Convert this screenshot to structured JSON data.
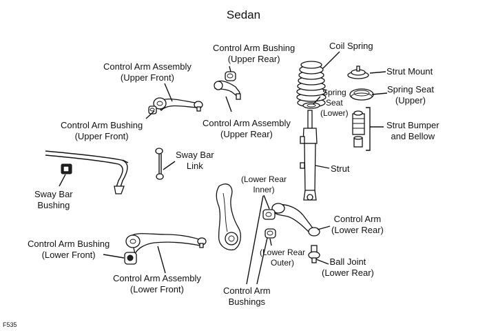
{
  "title": "Sedan",
  "figure_code": "F535",
  "labels": {
    "coil_spring": "Coil Spring",
    "strut_mount": "Strut Mount",
    "spring_seat_upper": "Spring Seat\n(Upper)",
    "spring_seat_lower": "Spring\nSeat\n(Lower)",
    "strut_bumper": "Strut Bumper\nand Bellow",
    "strut": "Strut",
    "ca_bushing_upper_rear": "Control Arm Bushing\n(Upper Rear)",
    "ca_assembly_upper_front": "Control Arm Assembly\n(Upper Front)",
    "ca_bushing_upper_front": "Control Arm Bushing\n(Upper Front)",
    "ca_assembly_upper_rear": "Control Arm Assembly\n(Upper Rear)",
    "sway_bar_link": "Sway Bar\nLink",
    "sway_bar_bushing": "Sway Bar\nBushing",
    "lower_rear_inner": "(Lower Rear\nInner)",
    "lower_rear_outer": "(Lower Rear\nOuter)",
    "ca_lower_rear": "Control Arm\n(Lower Rear)",
    "ball_joint_lower_rear": "Ball Joint\n(Lower Rear)",
    "ca_bushing_lower_front": "Control Arm Bushing\n(Lower Front)",
    "ca_assembly_lower_front": "Control Arm Assembly\n(Lower Front)",
    "ca_bushings": "Control Arm\nBushings"
  }
}
